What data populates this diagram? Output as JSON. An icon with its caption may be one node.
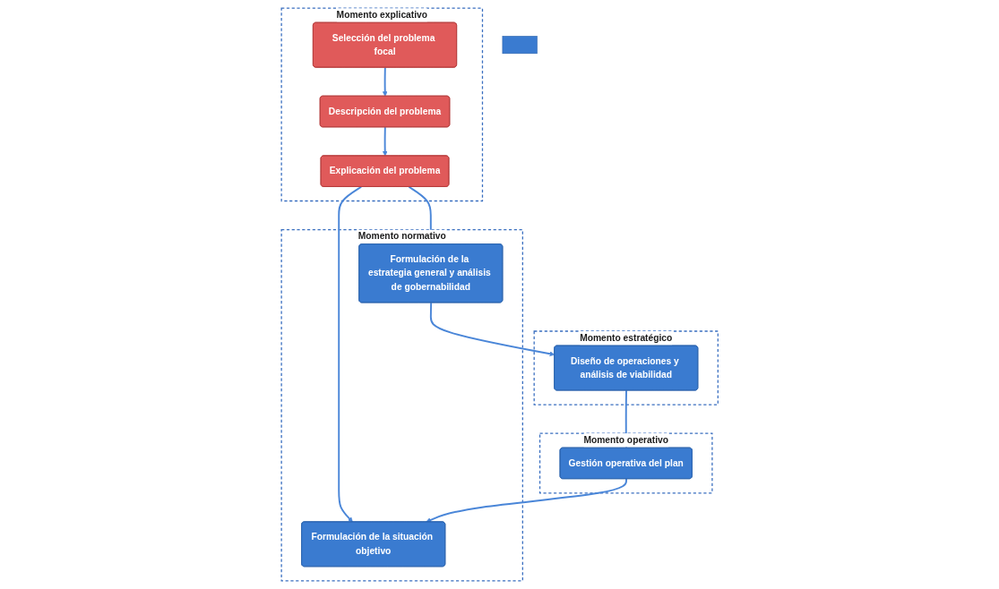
{
  "diagram": {
    "nodes": [
      {
        "text": [
          "Momento explicativo"
        ]
      },
      {
        "text": [
          "Selección del problema focal"
        ],
        "in": 0
      },
      {
        "text": [
          "Descripción del problema"
        ],
        "in": 0
      },
      {
        "text": [
          "Explicación del problema"
        ],
        "in": 0
      },
      {
        "text": [
          "Momento normativo"
        ]
      },
      {
        "text": [
          "Formulación de la estrategia general y análisis de gobernabilidad"
        ],
        "in": 4
      },
      {
        "text": [
          "Formulación de la situación objetivo"
        ],
        "in": 4
      },
      {
        "text": [
          "Momento estratégico"
        ]
      },
      {
        "text": [
          "Diseño de operaciones y análisis de viabilidad"
        ],
        "in": 7
      },
      {
        "text": [
          "Momento operativo"
        ]
      },
      {
        "text": [
          "Gestión operativa del plan"
        ],
        "in": 9
      },
      {
        "text": [],
        "shape": "bar"
      }
    ],
    "edges": [
      {
        "from": 1,
        "to": 2,
        "arrow": "to"
      },
      {
        "from": 2,
        "to": 3,
        "arrow": "to"
      },
      {
        "from": 3,
        "to": 5,
        "arrow": "to"
      },
      {
        "from": 3,
        "to": 6,
        "arrow": "to"
      },
      {
        "from": 5,
        "to": 8,
        "arrow": "to"
      },
      {
        "from": 8,
        "to": 10,
        "arrow": "to"
      },
      {
        "from": 10,
        "to": 6,
        "arrow": "to"
      }
    ]
  }
}
